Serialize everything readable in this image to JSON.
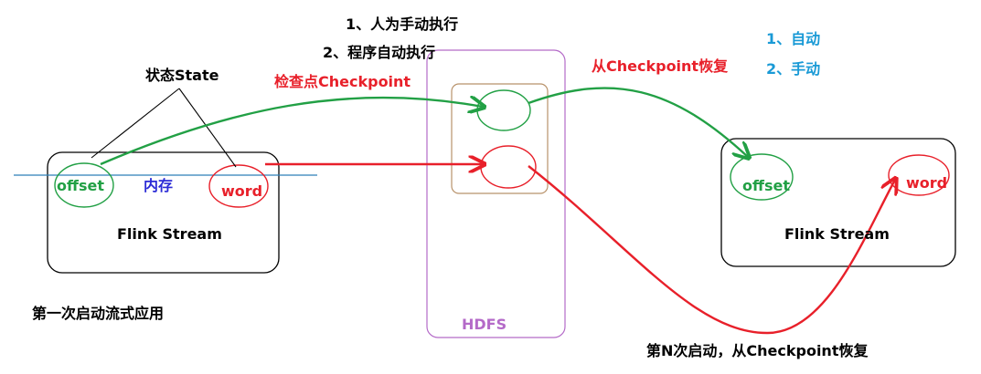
{
  "colors": {
    "black": "#000000",
    "red": "#e8202a",
    "green": "#22a045",
    "blue": "#2b2bd6",
    "cyan": "#1a9ad6",
    "purple": "#b46ac8",
    "brown": "#b8926a",
    "line_blue": "#2c7fb8"
  },
  "notes": {
    "manual": "1、人为手动执行",
    "auto": "2、程序自动执行",
    "recovery_auto": "1、自动",
    "recovery_manual": "2、手动"
  },
  "left": {
    "state_label": "状态State",
    "offset": "offset",
    "memory": "内存",
    "word": "word",
    "stream": "Flink Stream",
    "caption": "第一次启动流式应用"
  },
  "checkpoint_label": "检查点Checkpoint",
  "restore_label": "从Checkpoint恢复",
  "hdfs": "HDFS",
  "right": {
    "offset": "offset",
    "word": "word",
    "stream": "Flink Stream",
    "caption": "第N次启动，从Checkpoint恢复"
  }
}
